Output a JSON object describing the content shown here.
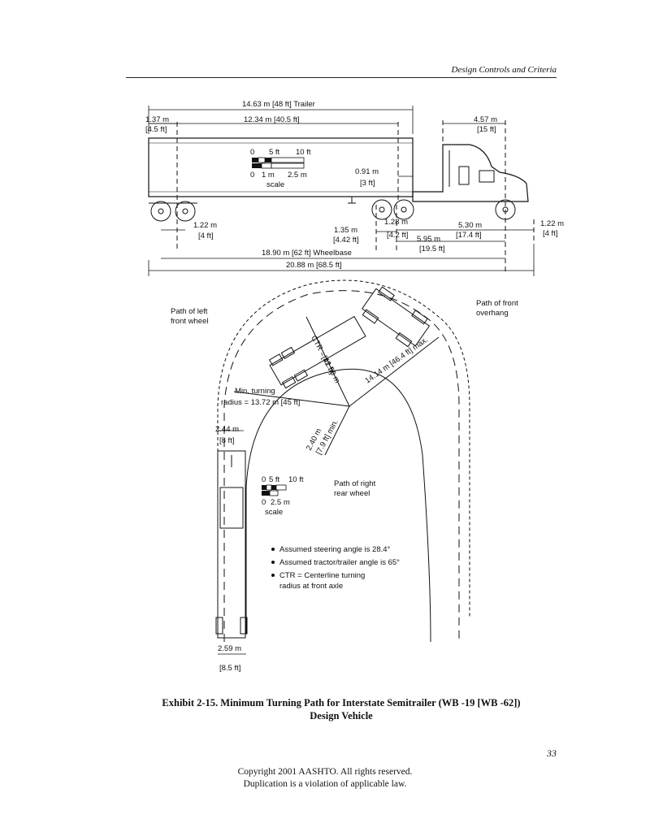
{
  "header": {
    "running_title": "Design Controls and Criteria"
  },
  "dims": {
    "trailer_length": "14.63 m [48 ft] Trailer",
    "front_overhang_m": "1.37 m",
    "front_overhang_ft": "[4.5 ft]",
    "kingpin_to_axle": "12.34 m [40.5 ft]",
    "cab_length_m": "4.57 m",
    "cab_length_ft": "[15 ft]",
    "fifth_wheel_m": "0.91 m",
    "fifth_wheel_ft": "[3 ft]",
    "rear_overhang_m": "1.22 m",
    "rear_overhang_ft": "[4 ft]",
    "tandem_spread_m": "1.35 m",
    "tandem_spread_ft": "[4.42 ft]",
    "tractor_tandem_m": "1.28 m",
    "tractor_tandem_ft": "[4.2 ft]",
    "tractor_wb_m": "5.30 m",
    "tractor_wb_ft": "[17.4 ft]",
    "tractor_wb2_m": "5.95 m",
    "tractor_wb2_ft": "[19.5 ft]",
    "front_bumper_m": "1.22 m",
    "front_bumper_ft": "[4 ft]",
    "wheelbase": "18.90 m [62 ft] Wheelbase",
    "overall_length": "20.88 m [68.5 ft]"
  },
  "scale_top": {
    "ft_0": "0",
    "ft_5": "5 ft",
    "ft_10": "10 ft",
    "m_0": "0",
    "m_1": "1 m",
    "m_25": "2.5 m",
    "label": "scale"
  },
  "turning": {
    "path_left_front_1": "Path of left",
    "path_left_front_2": "front wheel",
    "path_front_overhang_1": "Path of front",
    "path_front_overhang_2": "overhang",
    "ctr": "CTR = 12.50 m",
    "ctr_ft": "[41 ft]",
    "max_radius": "14.14 m [46.4 ft] max.",
    "min_turning_1": "Min. turning",
    "min_turning_2": "radius = 13.72 m [45 ft]",
    "width_m": "2.44 m",
    "width_ft": "[8 ft]",
    "offtrack": "2.40 m",
    "offtrack_ft": "[7.9 ft] min.",
    "path_right_rear_1": "Path of right",
    "path_right_rear_2": "rear wheel",
    "trailer_width_m": "2.59 m",
    "trailer_width_ft": "[8.5 ft]"
  },
  "scale_bottom": {
    "ft_0": "0",
    "ft_5": "5 ft",
    "ft_10": "10 ft",
    "m_0": "0",
    "m_25": "2.5 m",
    "label": "scale"
  },
  "notes": [
    "Assumed steering angle is 28.4°",
    "Assumed tractor/trailer angle is 65°",
    "CTR = Centerline turning",
    "radius at front axle"
  ],
  "caption": {
    "line1": "Exhibit 2-15.  Minimum Turning Path for Interstate Semitrailer (WB -19 [WB -62])",
    "line2": "Design Vehicle"
  },
  "page_number": "33",
  "copyright": {
    "line1": "Copyright 2001 AASHTO.  All rights reserved.",
    "line2": "Duplication is a violation of applicable law."
  }
}
